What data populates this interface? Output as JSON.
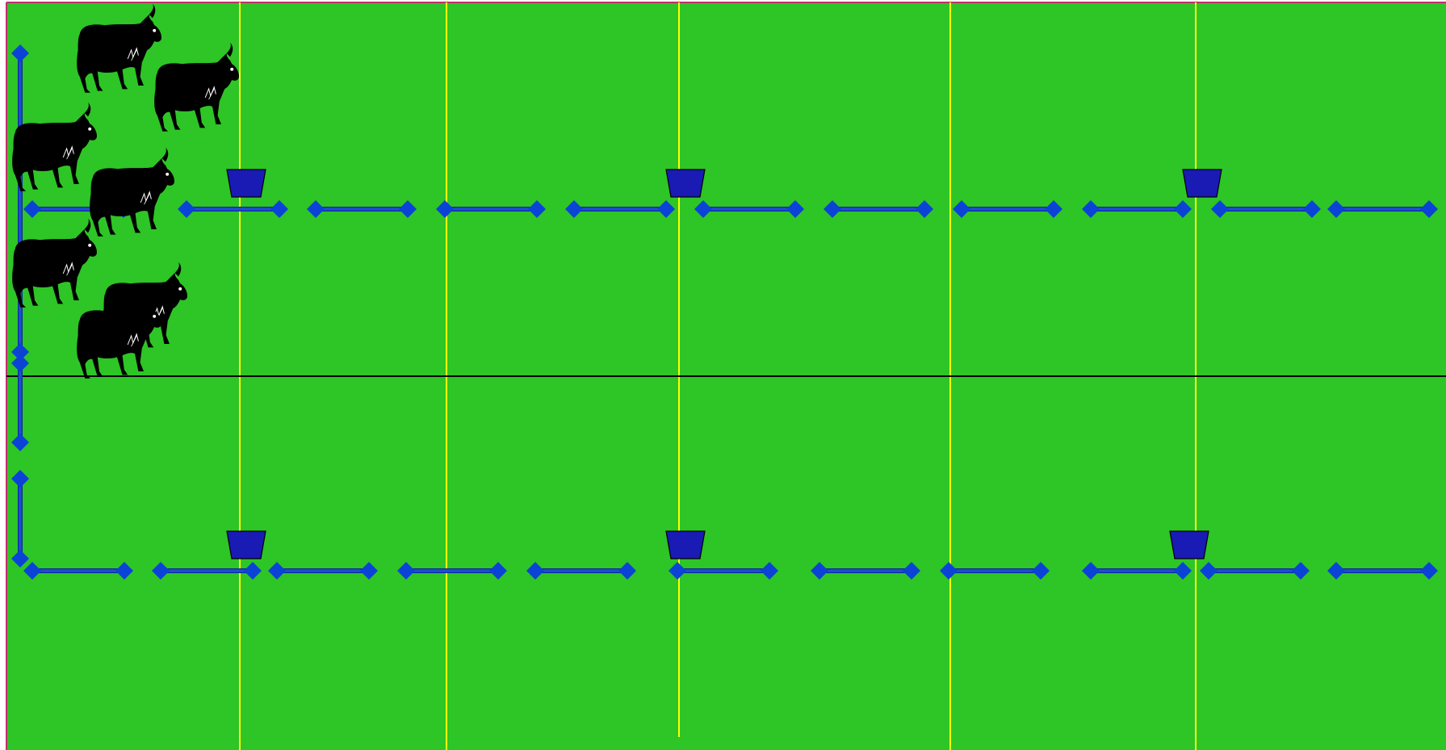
{
  "scene": {
    "name": "pasture-editor",
    "colors": {
      "grass": "#2ec526",
      "frame": "#c0306a",
      "fence_post": "#0a43d6",
      "fence_wire": "#1f4fd0",
      "fence_wire_outline": "#0a2d9c",
      "feeder": "#1a1ab4",
      "feeder_outline": "#000000",
      "guide_line": "#ffff00",
      "divider_line": "#000000",
      "cow": "#000000",
      "cow_detail": "#ffffff"
    },
    "icons": {
      "cow": "cow-icon",
      "feeder": "feed-bin-icon",
      "fence_post": "fence-post-icon"
    },
    "paddocks": 2,
    "feeder_count": 6,
    "cow_count": 7
  }
}
